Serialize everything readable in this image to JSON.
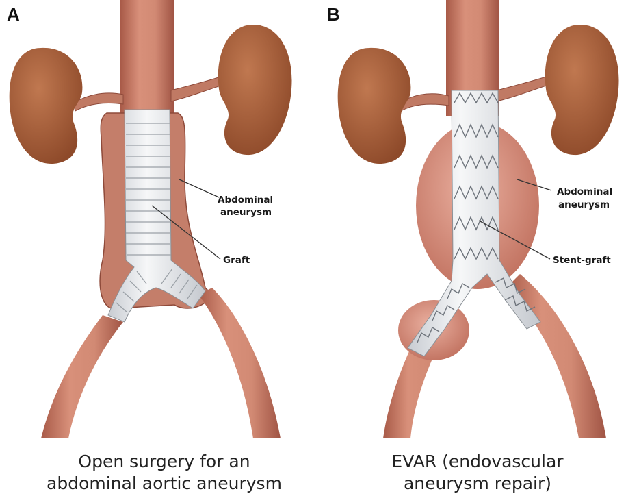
{
  "panels": {
    "a": {
      "letter": "A",
      "labels": {
        "abdominal_1": "Abdominal",
        "abdominal_2": "aneurysm",
        "graft": "Graft"
      },
      "caption": [
        "Open surgery for an",
        "abdominal aortic aneurysm"
      ]
    },
    "b": {
      "letter": "B",
      "labels": {
        "abdominal_1": "Abdominal",
        "abdominal_2": "aneurysm",
        "stent_graft": "Stent-graft"
      },
      "caption": [
        "EVAR (endovascular",
        "aneurysm repair)"
      ]
    }
  },
  "colors": {
    "kidney": "#a8603a",
    "vessel": "#c8806a",
    "vessel_dark": "#9a5040",
    "aneurysm": "#d89080",
    "graft": "#eef0f2",
    "stent_wire": "#7a8088",
    "background": "#ffffff"
  }
}
